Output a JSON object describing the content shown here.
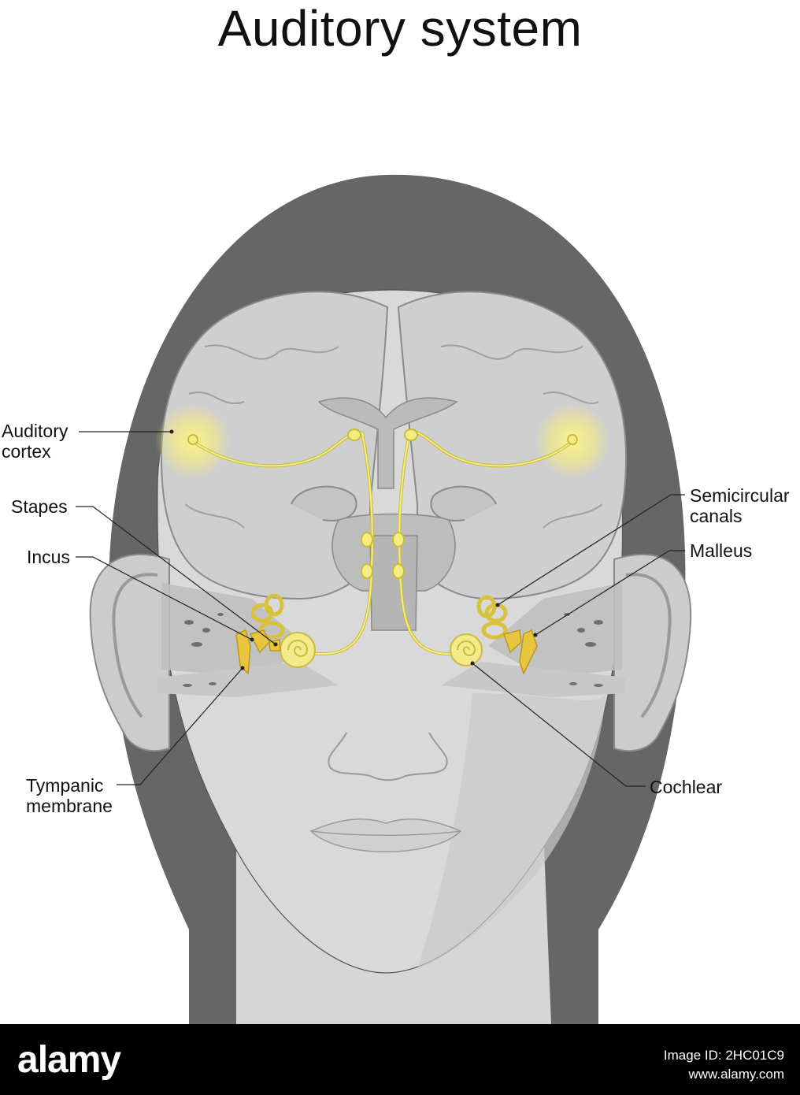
{
  "title": "Auditory system",
  "labels": {
    "auditory_cortex": [
      "Auditory",
      "cortex"
    ],
    "stapes": "Stapes",
    "incus": "Incus",
    "tympanic_membrane": [
      "Tympanic",
      "membrane"
    ],
    "semicircular_canals": [
      "Semicircular",
      "canals"
    ],
    "malleus": "Malleus",
    "cochlear": "Cochlear"
  },
  "footer": {
    "brand": "alamy",
    "image_id": "Image ID: 2HC01C9",
    "site": "www.alamy.com"
  },
  "colors": {
    "hair": "#666666",
    "skin": "#d9d9d9",
    "brain_fill": "#cfcfcf",
    "brain_outline": "#8a8a8a",
    "nerve": "#f5ec82",
    "nerve_stroke": "#c9bc3c",
    "glow": "#fff58a",
    "ossicle": "#e8c53c",
    "leader": "#222222"
  }
}
